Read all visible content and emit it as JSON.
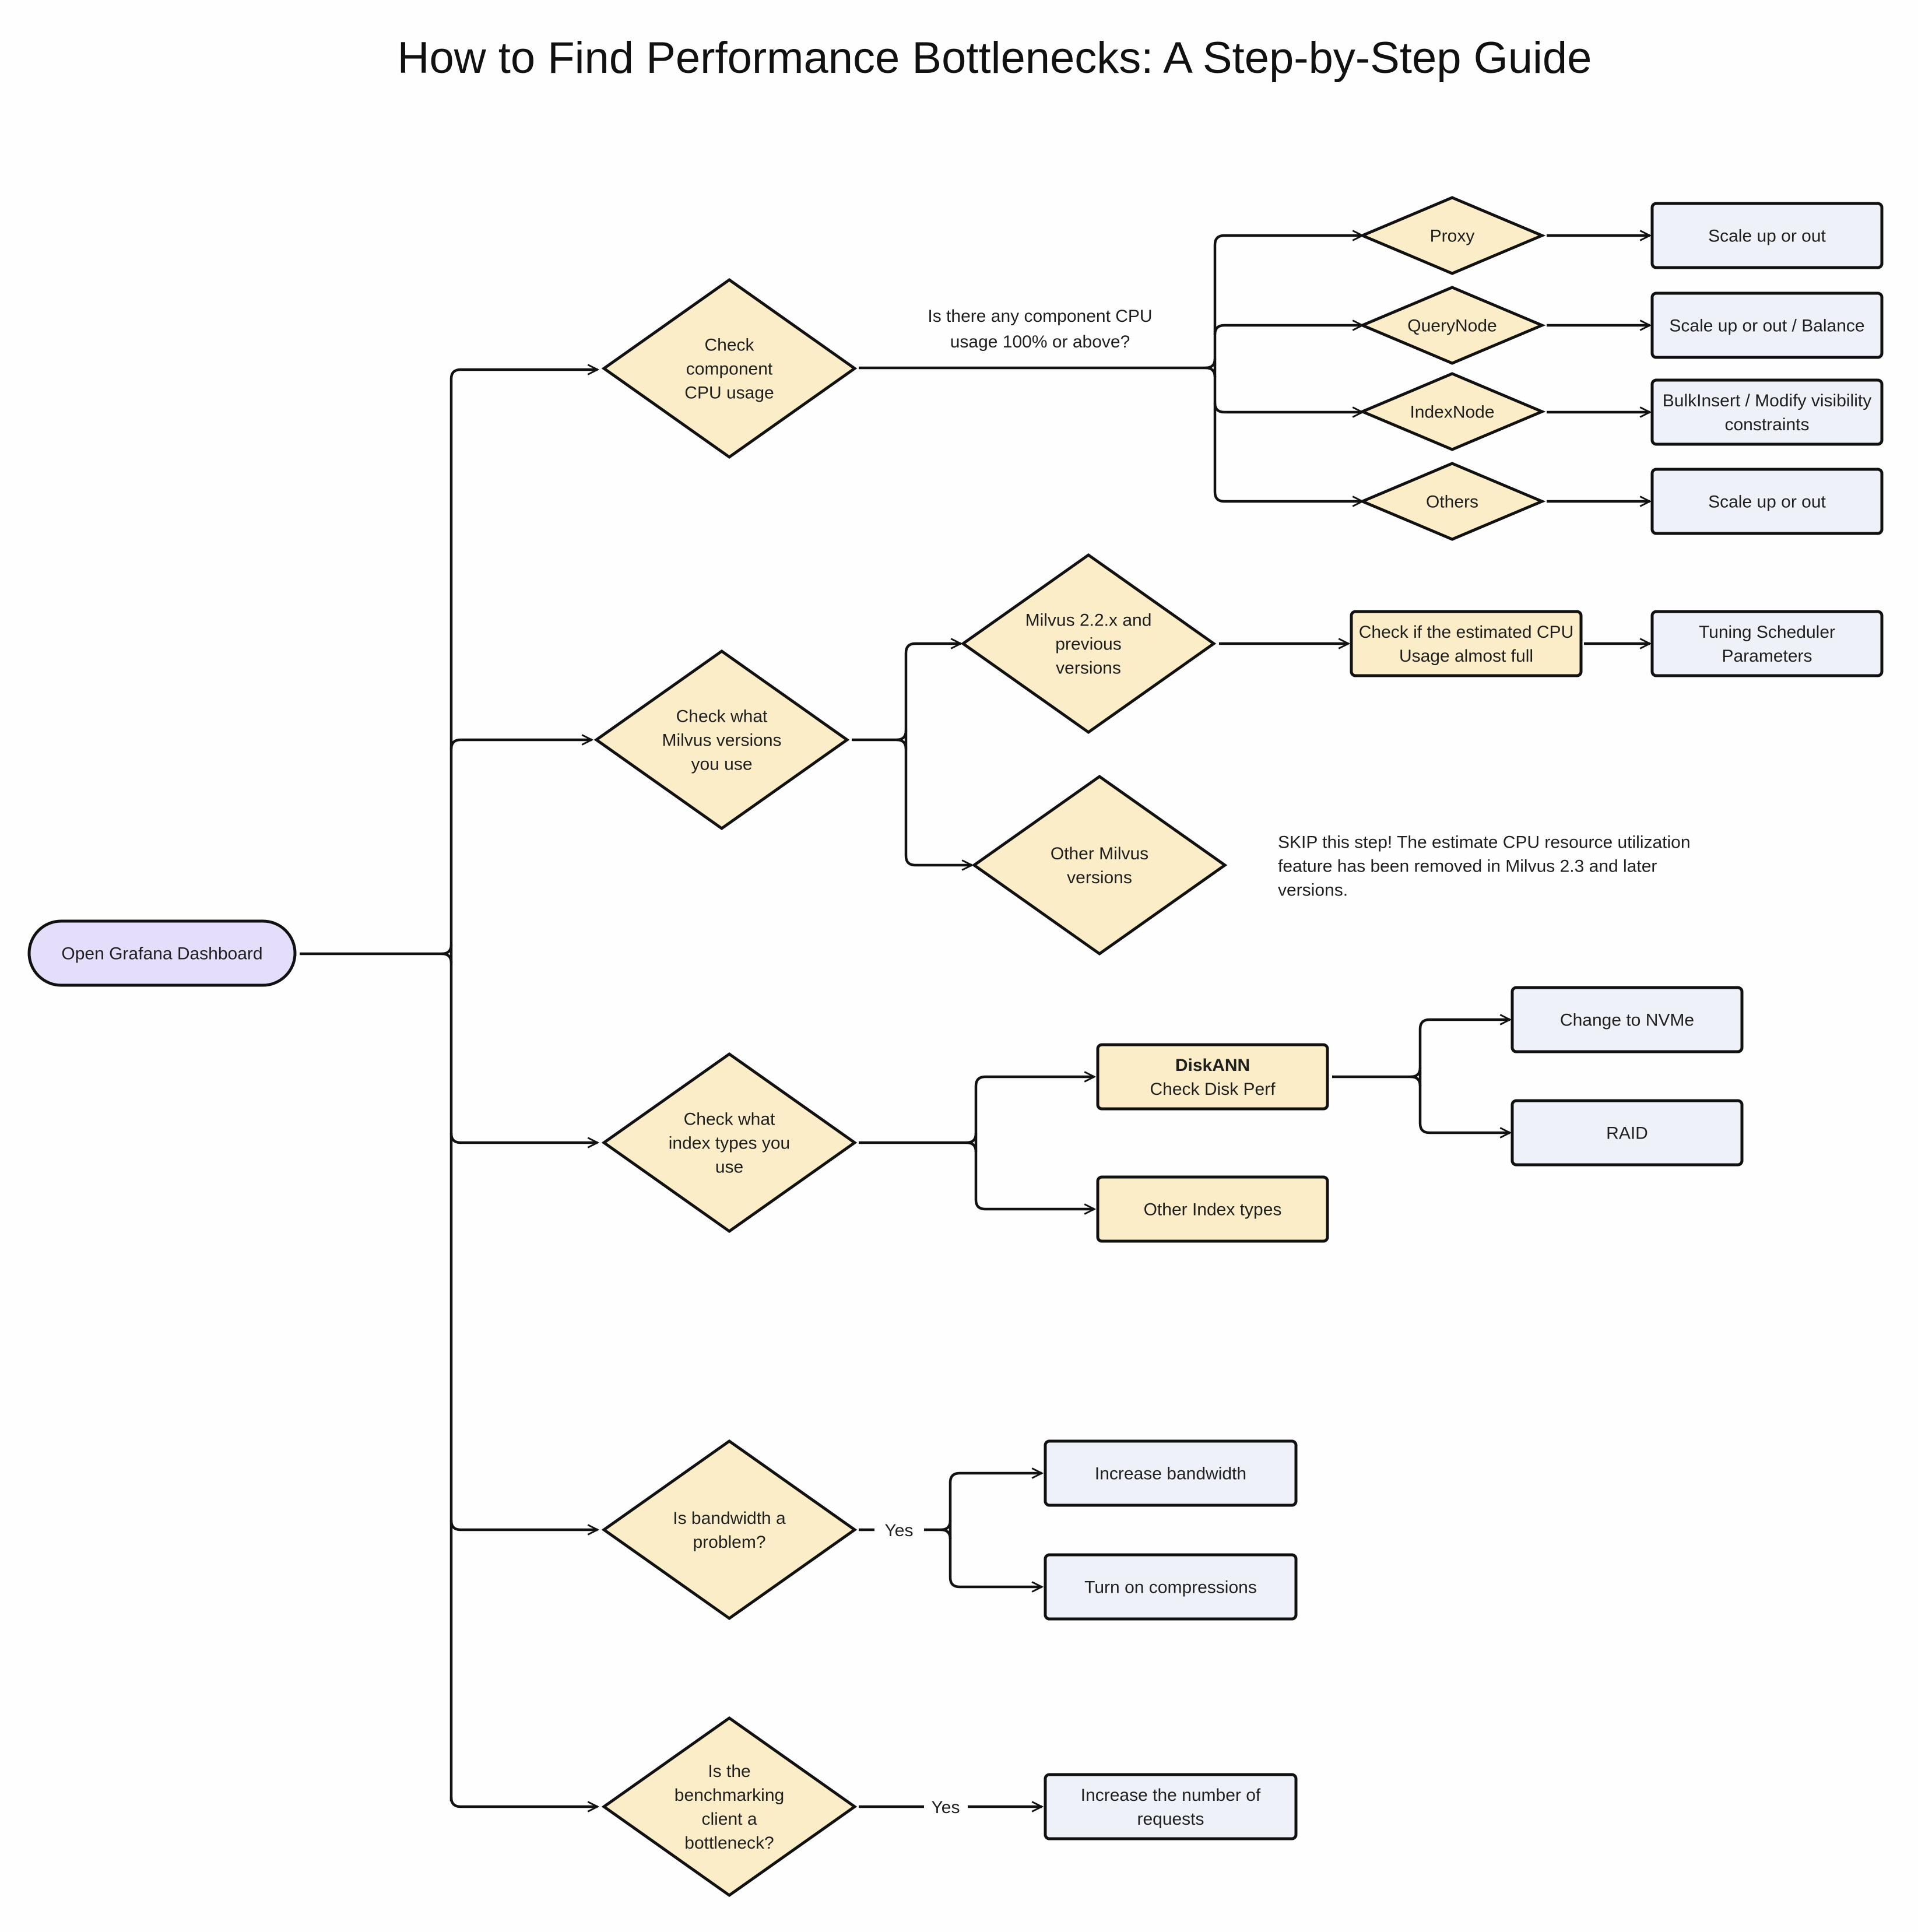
{
  "title": "How to Find Performance Bottlenecks: A Step-by-Step Guide",
  "colors": {
    "decision_fill": "#faedc7",
    "process_fill": "#faedc7",
    "action_fill": "#eef1f8",
    "start_fill": "#e4defa",
    "stroke": "#111111"
  },
  "nodes": {
    "start": {
      "lines": [
        "Open Grafana Dashboard"
      ]
    },
    "cpu_check": {
      "lines": [
        "Check",
        "component",
        "CPU usage"
      ]
    },
    "proxy": {
      "lines": [
        "Proxy"
      ]
    },
    "querynode": {
      "lines": [
        "QueryNode"
      ]
    },
    "indexnode": {
      "lines": [
        "IndexNode"
      ]
    },
    "others": {
      "lines": [
        "Others"
      ]
    },
    "proxy_action": {
      "lines": [
        "Scale up or out"
      ]
    },
    "querynode_action": {
      "lines": [
        "Scale up or out / Balance"
      ]
    },
    "indexnode_action": {
      "lines": [
        "BulkInsert / Modify visibility",
        "constraints"
      ]
    },
    "others_action": {
      "lines": [
        "Scale up or out"
      ]
    },
    "version_check": {
      "lines": [
        "Check what",
        "Milvus versions",
        "you use"
      ]
    },
    "milvus22": {
      "lines": [
        "Milvus 2.2.x and",
        "previous",
        "versions"
      ]
    },
    "other_milvus": {
      "lines": [
        "Other Milvus",
        "versions"
      ]
    },
    "est_cpu": {
      "lines": [
        "Check if the estimated CPU",
        "Usage almost full"
      ]
    },
    "tuning": {
      "lines": [
        "Tuning Scheduler",
        "Parameters"
      ]
    },
    "index_check": {
      "lines": [
        "Check what",
        "index types you",
        "use"
      ]
    },
    "diskann": {
      "bold": "DiskANN",
      "lines": [
        "Check Disk Perf"
      ]
    },
    "other_index": {
      "lines": [
        "Other Index types"
      ]
    },
    "nvme": {
      "lines": [
        "Change to NVMe"
      ]
    },
    "raid": {
      "lines": [
        "RAID"
      ]
    },
    "bandwidth_check": {
      "lines": [
        "Is bandwidth a",
        "problem?"
      ]
    },
    "increase_bw": {
      "lines": [
        "Increase bandwidth"
      ]
    },
    "compression": {
      "lines": [
        "Turn on compressions"
      ]
    },
    "client_check": {
      "lines": [
        "Is the",
        "benchmarking",
        "client a",
        "bottleneck?"
      ]
    },
    "more_requests": {
      "lines": [
        "Increase the number of",
        "requests"
      ]
    }
  },
  "edge_labels": {
    "cpu_question": [
      "Is there any component CPU",
      "usage 100% or above?"
    ],
    "bandwidth_yes": "Yes",
    "client_yes": "Yes"
  },
  "notes": {
    "skip": [
      "SKIP this step! The estimate CPU resource utilization",
      "feature has been removed in Milvus 2.3 and later",
      "versions."
    ]
  }
}
